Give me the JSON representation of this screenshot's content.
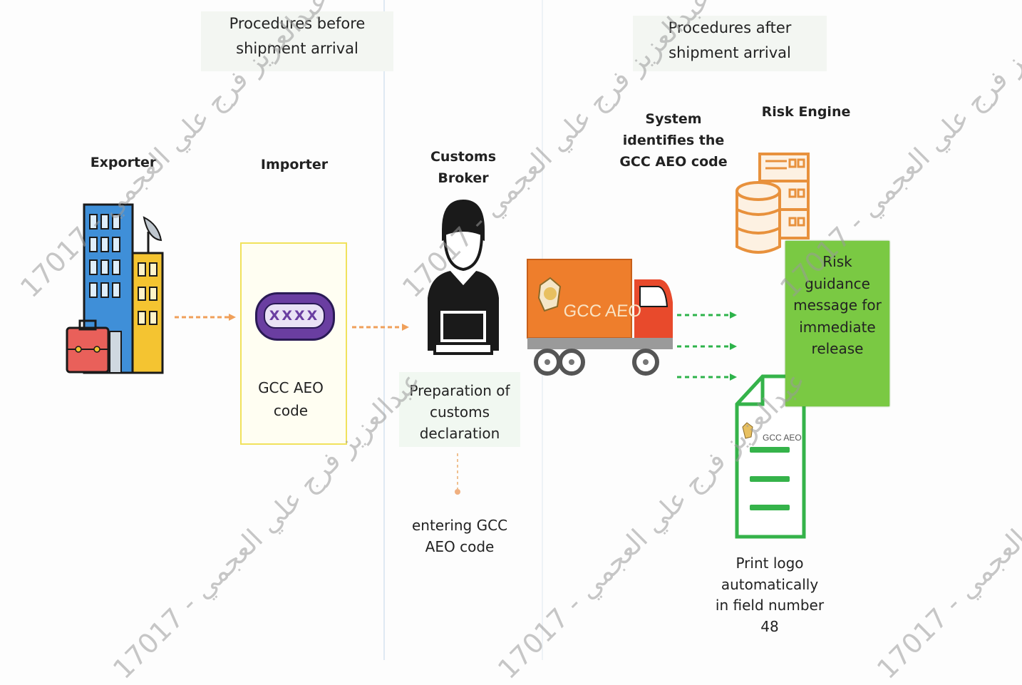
{
  "headers": {
    "before": "Procedures before shipment arrival",
    "after": "Procedures after shipment arrival"
  },
  "labels": {
    "exporter": "Exporter",
    "importer": "Importer",
    "customs_broker": "Customs Broker",
    "system_identifies": "System identifies the GCC AEO code",
    "risk_engine": "Risk Engine",
    "gcc_aeo_code": "GCC AEO code",
    "preparation": "Preparation of customs declaration",
    "entering": "entering GCC AEO code",
    "risk_guidance": "Risk guidance message for immediate release",
    "print_logo": "Print logo automatically in field number 48"
  },
  "code_pill_text": "XXXX",
  "truck_logo_text": "GCC AEO",
  "doc_logo_text": "GCC AEO",
  "watermark": "عبدالعزيز فرج علي العجمي - 17017",
  "colors": {
    "arrow_orange": "#f0a05a",
    "arrow_green": "#2db34a",
    "truck_orange": "#ee7e2c",
    "cab_red": "#e84a2c",
    "server_orange": "#e8913c",
    "guidance_green": "#7ac943",
    "pill_purple": "#6a3ea1",
    "document_green": "#35b34a"
  }
}
